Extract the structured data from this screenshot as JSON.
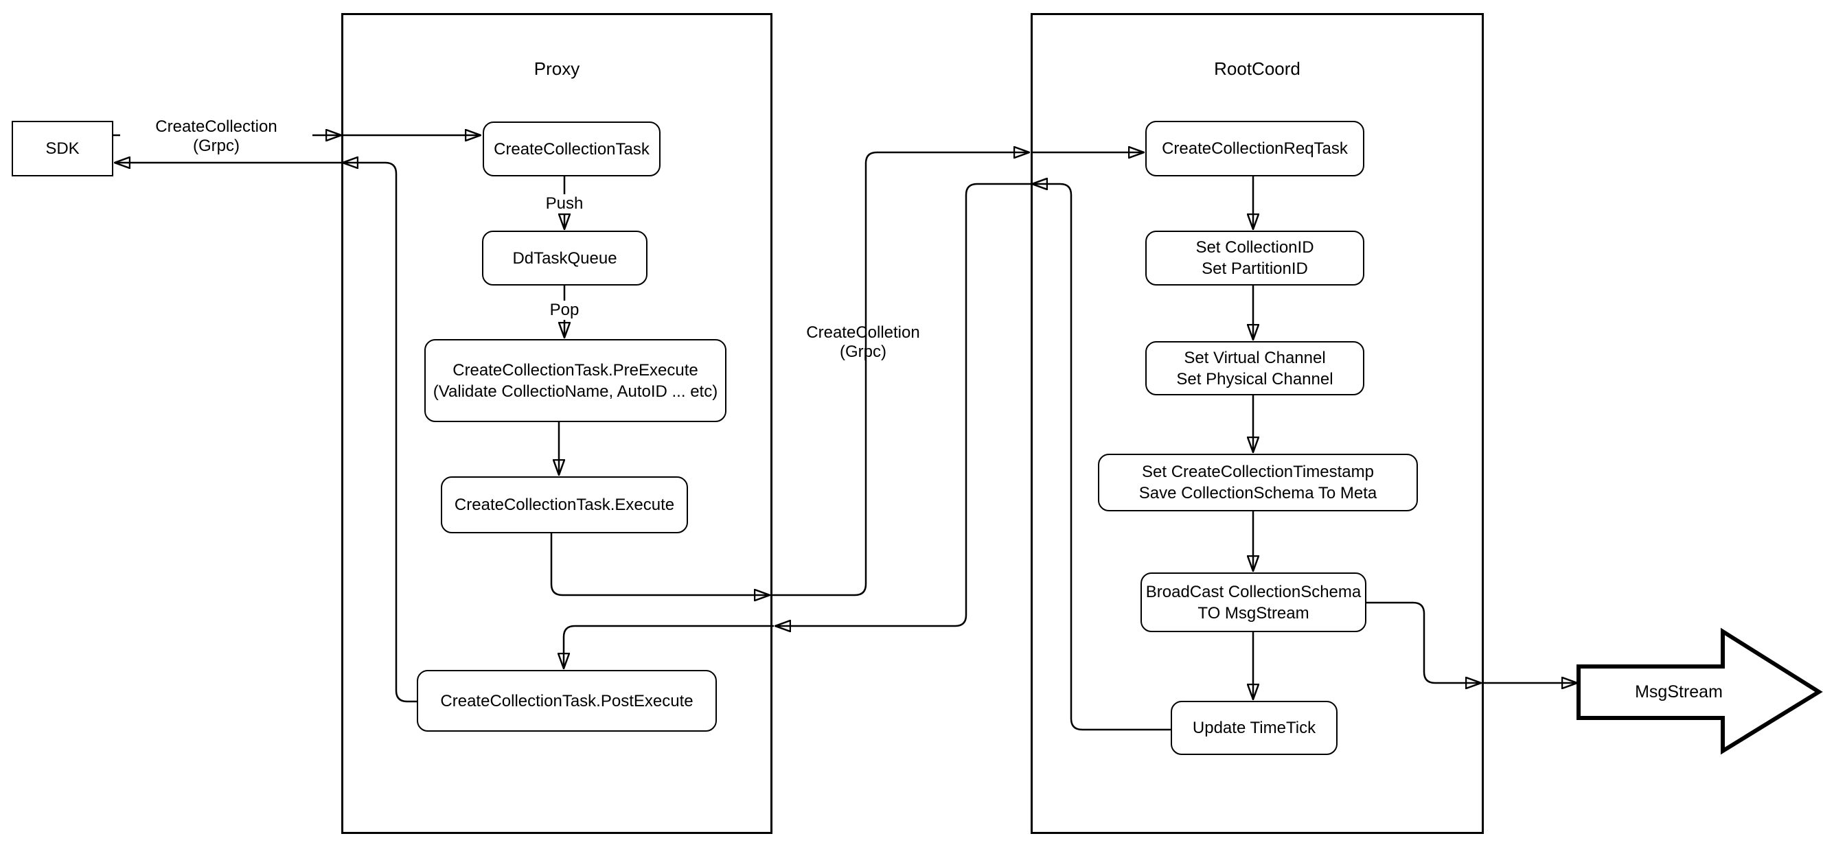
{
  "diagram": {
    "sdk": {
      "label": "SDK"
    },
    "proxy": {
      "title": "Proxy",
      "nodes": {
        "create_collection_task": "CreateCollectionTask",
        "dd_task_queue": "DdTaskQueue",
        "pre_execute": "CreateCollectionTask.PreExecute\n(Validate CollectioName, AutoID ... etc)",
        "execute": "CreateCollectionTask.Execute",
        "post_execute": "CreateCollectionTask.PostExecute"
      }
    },
    "rootcoord": {
      "title": "RootCoord",
      "nodes": {
        "req_task": "CreateCollectionReqTask",
        "set_ids": "Set CollectionID\nSet PartitionID",
        "set_channels": "Set Virtual Channel\nSet Physical Channel",
        "set_timestamp": "Set CreateCollectionTimestamp\nSave CollectionSchema To Meta",
        "broadcast": "BroadCast CollectionSchema\nTO MsgStream",
        "update_timetick": "Update TimeTick"
      }
    },
    "msgstream": {
      "label": "MsgStream"
    },
    "edge_labels": {
      "sdk_to_proxy": "CreateCollection\n(Grpc)",
      "push": "Push",
      "pop": "Pop",
      "proxy_to_rootcoord": "CreateColletion\n(Grpc)"
    },
    "colors": {
      "stroke": "#000000",
      "background": "#ffffff"
    }
  }
}
